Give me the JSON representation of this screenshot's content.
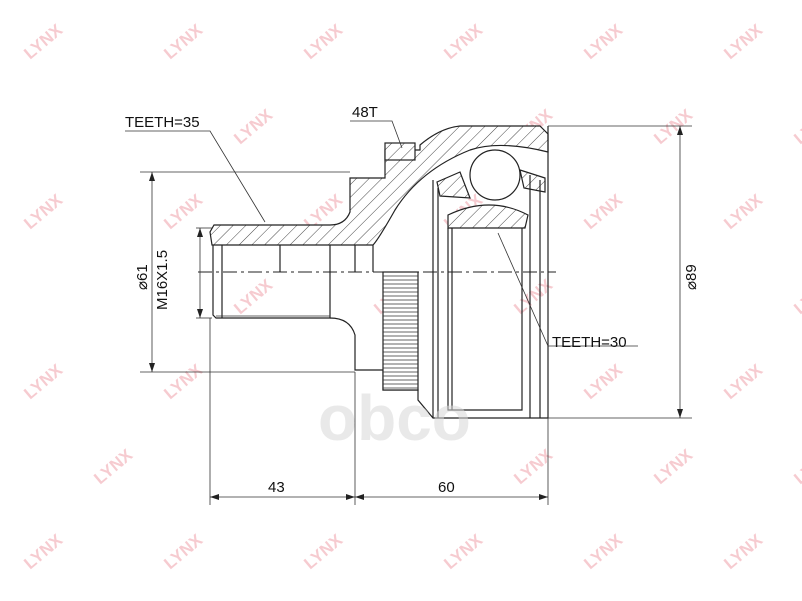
{
  "watermark": {
    "brand": "LYNX",
    "overlay": "obco",
    "brand_color": "#f3b6bd"
  },
  "labels": {
    "teeth_outer": "TEETH=35",
    "abs_ring": "48T",
    "teeth_inner": "TEETH=30",
    "dia_61": "⌀61",
    "thread": "M16X1.5",
    "dia_89": "⌀89",
    "len_43": "43",
    "len_60": "60"
  }
}
